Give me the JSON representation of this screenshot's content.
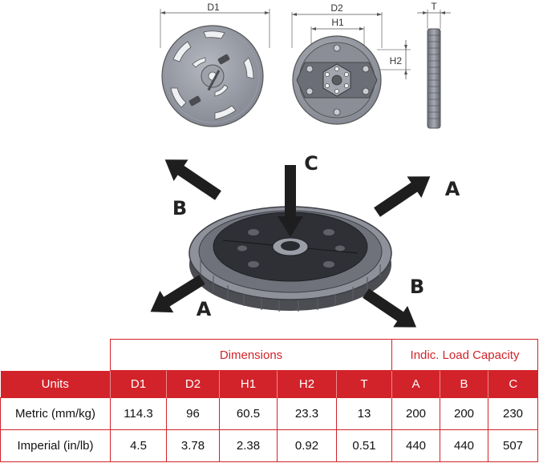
{
  "drawing": {
    "dims": {
      "d1": "D1",
      "d2": "D2",
      "h1": "H1",
      "h2": "H2",
      "t": "T"
    },
    "loads": {
      "a_top": "A",
      "a_bottom": "A",
      "b_top": "B",
      "b_bottom": "B",
      "c": "C"
    }
  },
  "table": {
    "groups": {
      "dimensions": "Dimensions",
      "load": "Indic. Load Capacity"
    },
    "headers": [
      "Units",
      "D1",
      "D2",
      "H1",
      "H2",
      "T",
      "A",
      "B",
      "C"
    ],
    "rows": [
      {
        "unit": "Metric (mm/kg)",
        "values": [
          "114.3",
          "96",
          "60.5",
          "23.3",
          "13",
          "200",
          "200",
          "230"
        ]
      },
      {
        "unit": "Imperial (in/lb)",
        "values": [
          "4.5",
          "3.78",
          "2.38",
          "0.92",
          "0.51",
          "440",
          "440",
          "507"
        ]
      }
    ]
  },
  "colors": {
    "accent": "#d2232a",
    "part": "#7d818b",
    "part_dark": "#3a3c42",
    "arrow": "#1e1e1e"
  }
}
